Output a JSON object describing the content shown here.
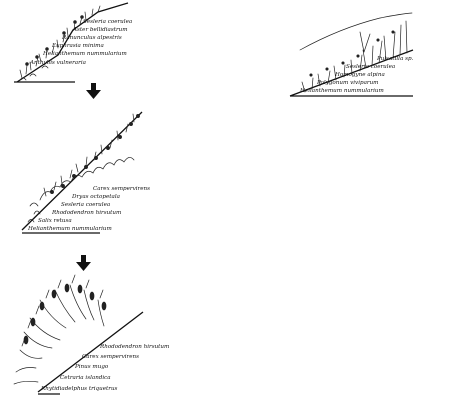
{
  "panels": [
    {
      "id": "stage-1",
      "species": [
        "Sesleria coerulea",
        "Aster bellidiastrum",
        "Ranunculus alpestris",
        "Euphrasia minima",
        "Helianthemum nummularium",
        "Anthyllis vulneraria"
      ]
    },
    {
      "id": "stage-side",
      "species": [
        "Pulsatilla sp.",
        "Sesleria coerulea",
        "Homogyne alpina",
        "Polygonum viviparum",
        "Helianthemum nummularium"
      ]
    },
    {
      "id": "stage-2",
      "species": [
        "Carex sempervirens",
        "Dryas octopetala",
        "Sesleria coerulea",
        "Rhododendron hirsutum",
        "Salix retusa",
        "Helianthemum nummularium"
      ]
    },
    {
      "id": "stage-3",
      "species": [
        "Rhododendron hirsutum",
        "Carex sempervirens",
        "Pinus mugo",
        "Cetraria islandica",
        "Rhytidiadelphus triquetrus"
      ]
    }
  ],
  "arrows": 2,
  "colors": {
    "ink": "#111111",
    "background": "#ffffff"
  }
}
